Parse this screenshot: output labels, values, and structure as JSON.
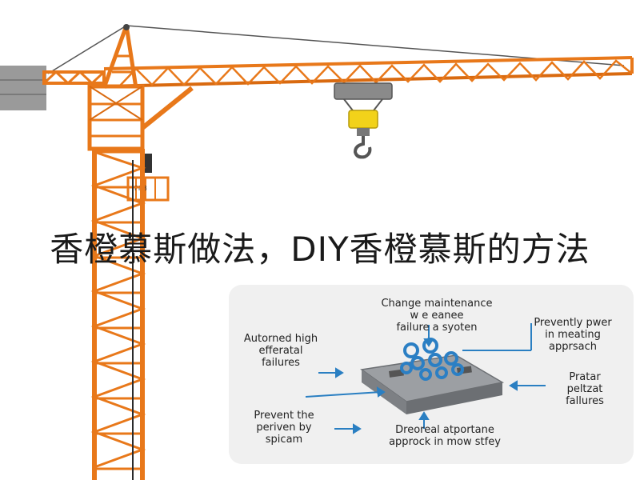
{
  "headline": "香橙慕斯做法，DIY香橙慕斯的方法",
  "diagram": {
    "label_top": "Change maintenance\nw e eanee\nfailure a syoten",
    "label_top_right": "Prevently pwer\nin meating\napprsach",
    "label_left_top": "Autorned high\nefferatal\nfailures",
    "label_right": "Pratar\npeltzat\nfallures",
    "label_left_bottom": "Prevent the\nperiven by\nspicam",
    "label_bottom": "Dreoreal atportane\napprock in mow stfey"
  },
  "colors": {
    "crane_orange": "#e8781a",
    "crane_dark": "#b8550c",
    "hook_yellow": "#f2d21a",
    "arrow_blue": "#2a7fc2",
    "panel_bg": "#f0f0f0"
  }
}
